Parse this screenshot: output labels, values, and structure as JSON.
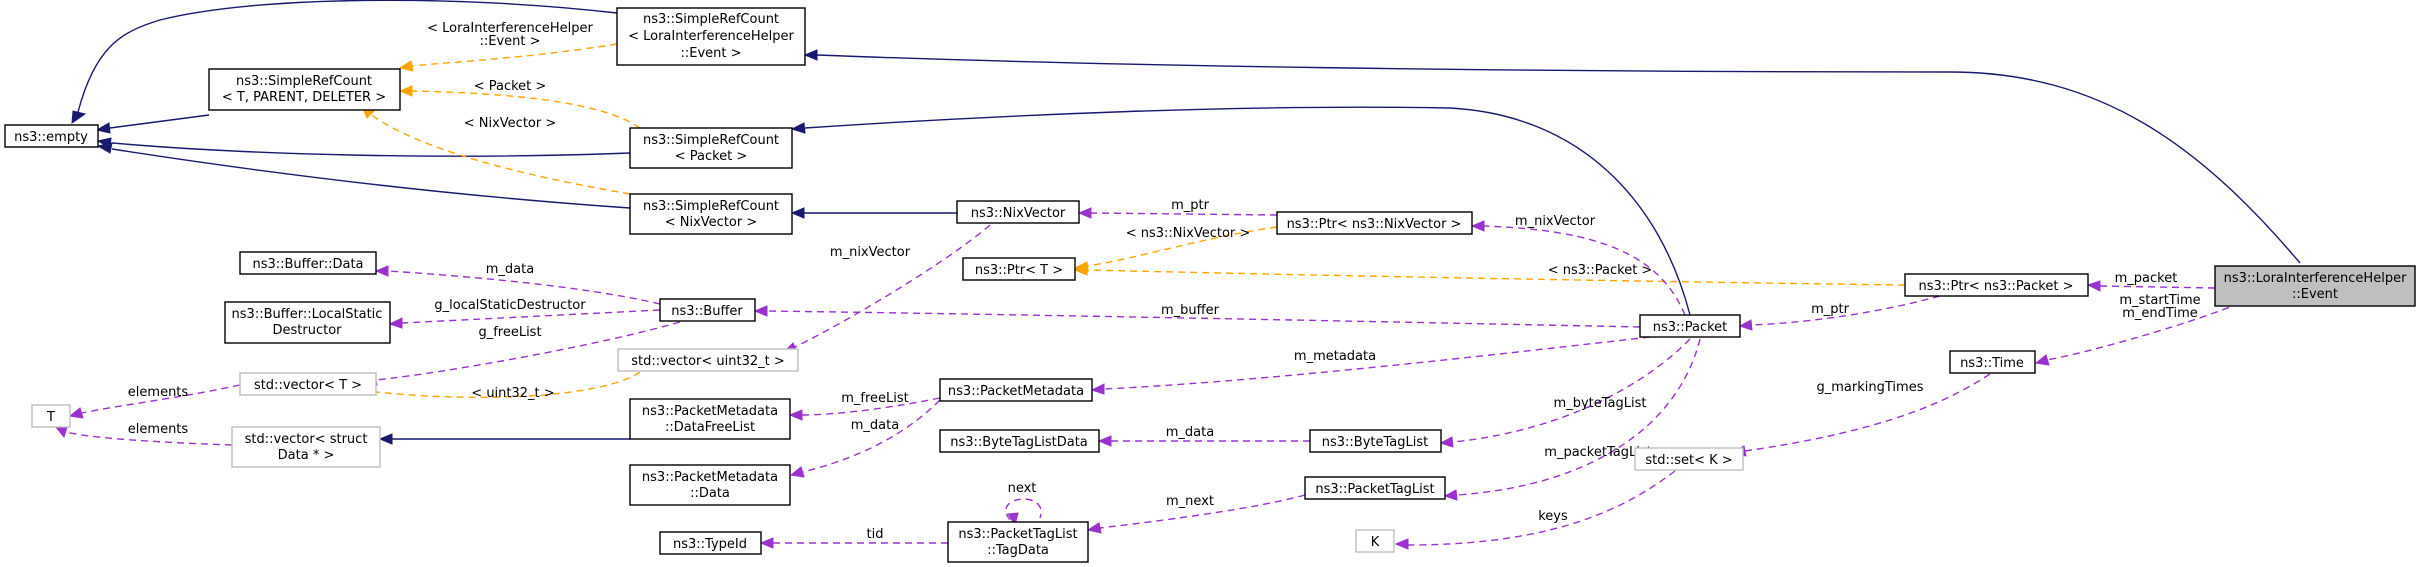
{
  "nodes": {
    "empty": "ns3::empty",
    "src_lie": [
      "ns3::SimpleRefCount",
      "< LoraInterferenceHelper",
      "::Event >"
    ],
    "src_t": [
      "ns3::SimpleRefCount",
      "< T, PARENT, DELETER >"
    ],
    "src_packet": [
      "ns3::SimpleRefCount",
      "< Packet >"
    ],
    "src_nix": [
      "ns3::SimpleRefCount",
      "< NixVector >"
    ],
    "nixvector": "ns3::NixVector",
    "ptr_nix": "ns3::Ptr< ns3::NixVector >",
    "ptr_t": "ns3::Ptr< T >",
    "buffer_data": "ns3::Buffer::Data",
    "buffer_lsd": [
      "ns3::Buffer::LocalStatic",
      "Destructor"
    ],
    "buffer": "ns3::Buffer",
    "vec_t": "std::vector< T >",
    "T": "T",
    "vec_struct": [
      "std::vector< struct",
      "Data * >"
    ],
    "vec_u32": "std::vector< uint32_t >",
    "pm": "ns3::PacketMetadata",
    "pm_dfl": [
      "ns3::PacketMetadata",
      "::DataFreeList"
    ],
    "pm_data": [
      "ns3::PacketMetadata",
      "::Data"
    ],
    "typeid": "ns3::TypeId",
    "ptl_td": [
      "ns3::PacketTagList",
      "::TagData"
    ],
    "btld": "ns3::ByteTagListData",
    "btl": "ns3::ByteTagList",
    "ptl": "ns3::PacketTagList",
    "packet": "ns3::Packet",
    "ptr_packet": "ns3::Ptr< ns3::Packet >",
    "time": "ns3::Time",
    "set_k": "std::set< K >",
    "K": "K",
    "lie": [
      "ns3::LoraInterferenceHelper",
      "::Event"
    ]
  },
  "edge_labels": {
    "lie_helper": [
      "< LoraInterferenceHelper",
      "::Event >"
    ],
    "packet": "< Packet >",
    "nixvector": "< NixVector >",
    "ns3_nixvector": "< ns3::NixVector >",
    "ns3_packet": "< ns3::Packet >",
    "uint32": "< uint32_t >",
    "m_ptr_nix": "m_ptr",
    "m_nixvector_vec": "m_nixVector",
    "m_nixvector": "m_nixVector",
    "m_data_buffer": "m_data",
    "g_lsd": "g_localStaticDestructor",
    "g_freelist": "g_freeList",
    "elements_1": "elements",
    "elements_2": "elements",
    "m_buffer": "m_buffer",
    "m_metadata": "m_metadata",
    "m_freelist": "m_freeList",
    "m_data_pm": "m_data",
    "m_data_btl": "m_data",
    "m_bytetaglist": "m_byteTagList",
    "m_packettaglist": "m_packetTagList",
    "m_next": "m_next",
    "next": "next",
    "tid": "tid",
    "m_ptr_packet": "m_ptr",
    "m_packet": "m_packet",
    "times": [
      "m_startTime",
      "m_endTime"
    ],
    "g_markingtimes": "g_markingTimes",
    "keys": "keys"
  },
  "colors": {
    "inheritance": "#191970",
    "template": "#ffa500",
    "member": "#9a32cd",
    "focus_fill": "#bfbfbf",
    "external_border": "#bfbfbf"
  }
}
